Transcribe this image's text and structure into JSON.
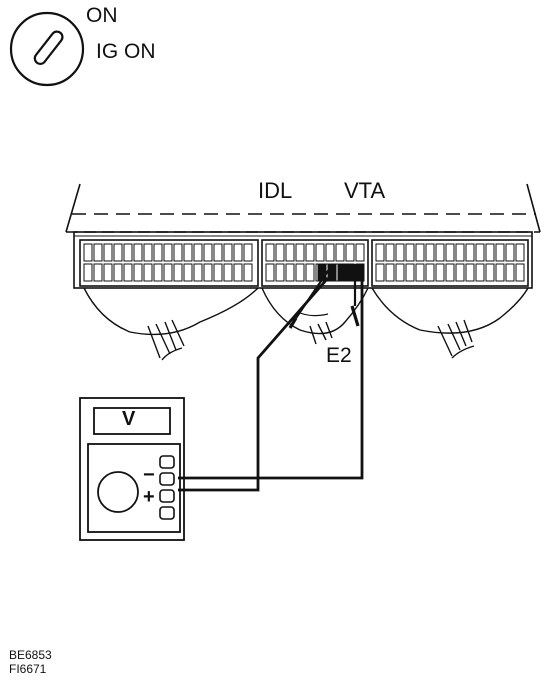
{
  "ignition": {
    "state_label": "ON",
    "switch_label": "IG ON",
    "icon": "ignition-key-icon"
  },
  "connector": {
    "terminals": [
      "IDL",
      "VTA",
      "E2"
    ]
  },
  "meter": {
    "mode_label": "V",
    "minus_label": "−",
    "plus_label": "+",
    "icon": "voltmeter-icon"
  },
  "figure_codes": [
    "BE6853",
    "FI6671"
  ]
}
